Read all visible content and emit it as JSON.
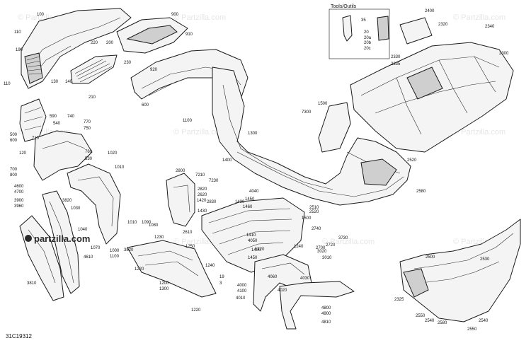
{
  "watermarks": [
    "© Partzilla.com",
    "© Partzilla.com",
    "© Partzilla.com",
    "© Partzilla.com",
    "© Partzilla.com",
    "© Partzilla.com",
    "© Partzilla.com",
    "© Partzilla.com",
    "© Partzilla.com"
  ],
  "logo_text": "partzilla.com",
  "diagram_code": "31C19312",
  "tools_title": "Tools/Outils",
  "callouts": [
    "100",
    "110",
    "190",
    "110",
    "130",
    "140",
    "210",
    "200",
    "220",
    "230",
    "900",
    "910",
    "600",
    "920",
    "590",
    "740",
    "770",
    "750",
    "540",
    "760",
    "500",
    "600",
    "710",
    "120",
    "530",
    "1020",
    "1010",
    "700",
    "800",
    "4600",
    "4700",
    "3820",
    "1030",
    "3900",
    "3960",
    "1040",
    "1070",
    "4610",
    "3810",
    "1000",
    "1100",
    "1010",
    "1090",
    "3820",
    "1080",
    "1230",
    "1250",
    "2610",
    "1220",
    "1200",
    "1300",
    "1240",
    "1220",
    "19",
    "3",
    "2800",
    "7210",
    "7230",
    "2820",
    "2620",
    "1420",
    "1430",
    "2830",
    "1400",
    "4040",
    "1450",
    "1460",
    "1430",
    "1410",
    "1400",
    "4050",
    "1420",
    "1240",
    "1450",
    "4060",
    "4030",
    "4000",
    "4100",
    "4020",
    "4010",
    "4800",
    "4900",
    "4810",
    "1300",
    "1100",
    "7300",
    "1500",
    "1500",
    "2510",
    "2520",
    "2740",
    "2700",
    "2720",
    "3730",
    "3020",
    "3010",
    "2580",
    "2520",
    "2400",
    "2320",
    "2340",
    "2300",
    "2330",
    "2335",
    "35",
    "20",
    "20a",
    "20b",
    "20c",
    "2500",
    "2530",
    "2325",
    "2550",
    "2540",
    "2580",
    "2550",
    "2540"
  ]
}
